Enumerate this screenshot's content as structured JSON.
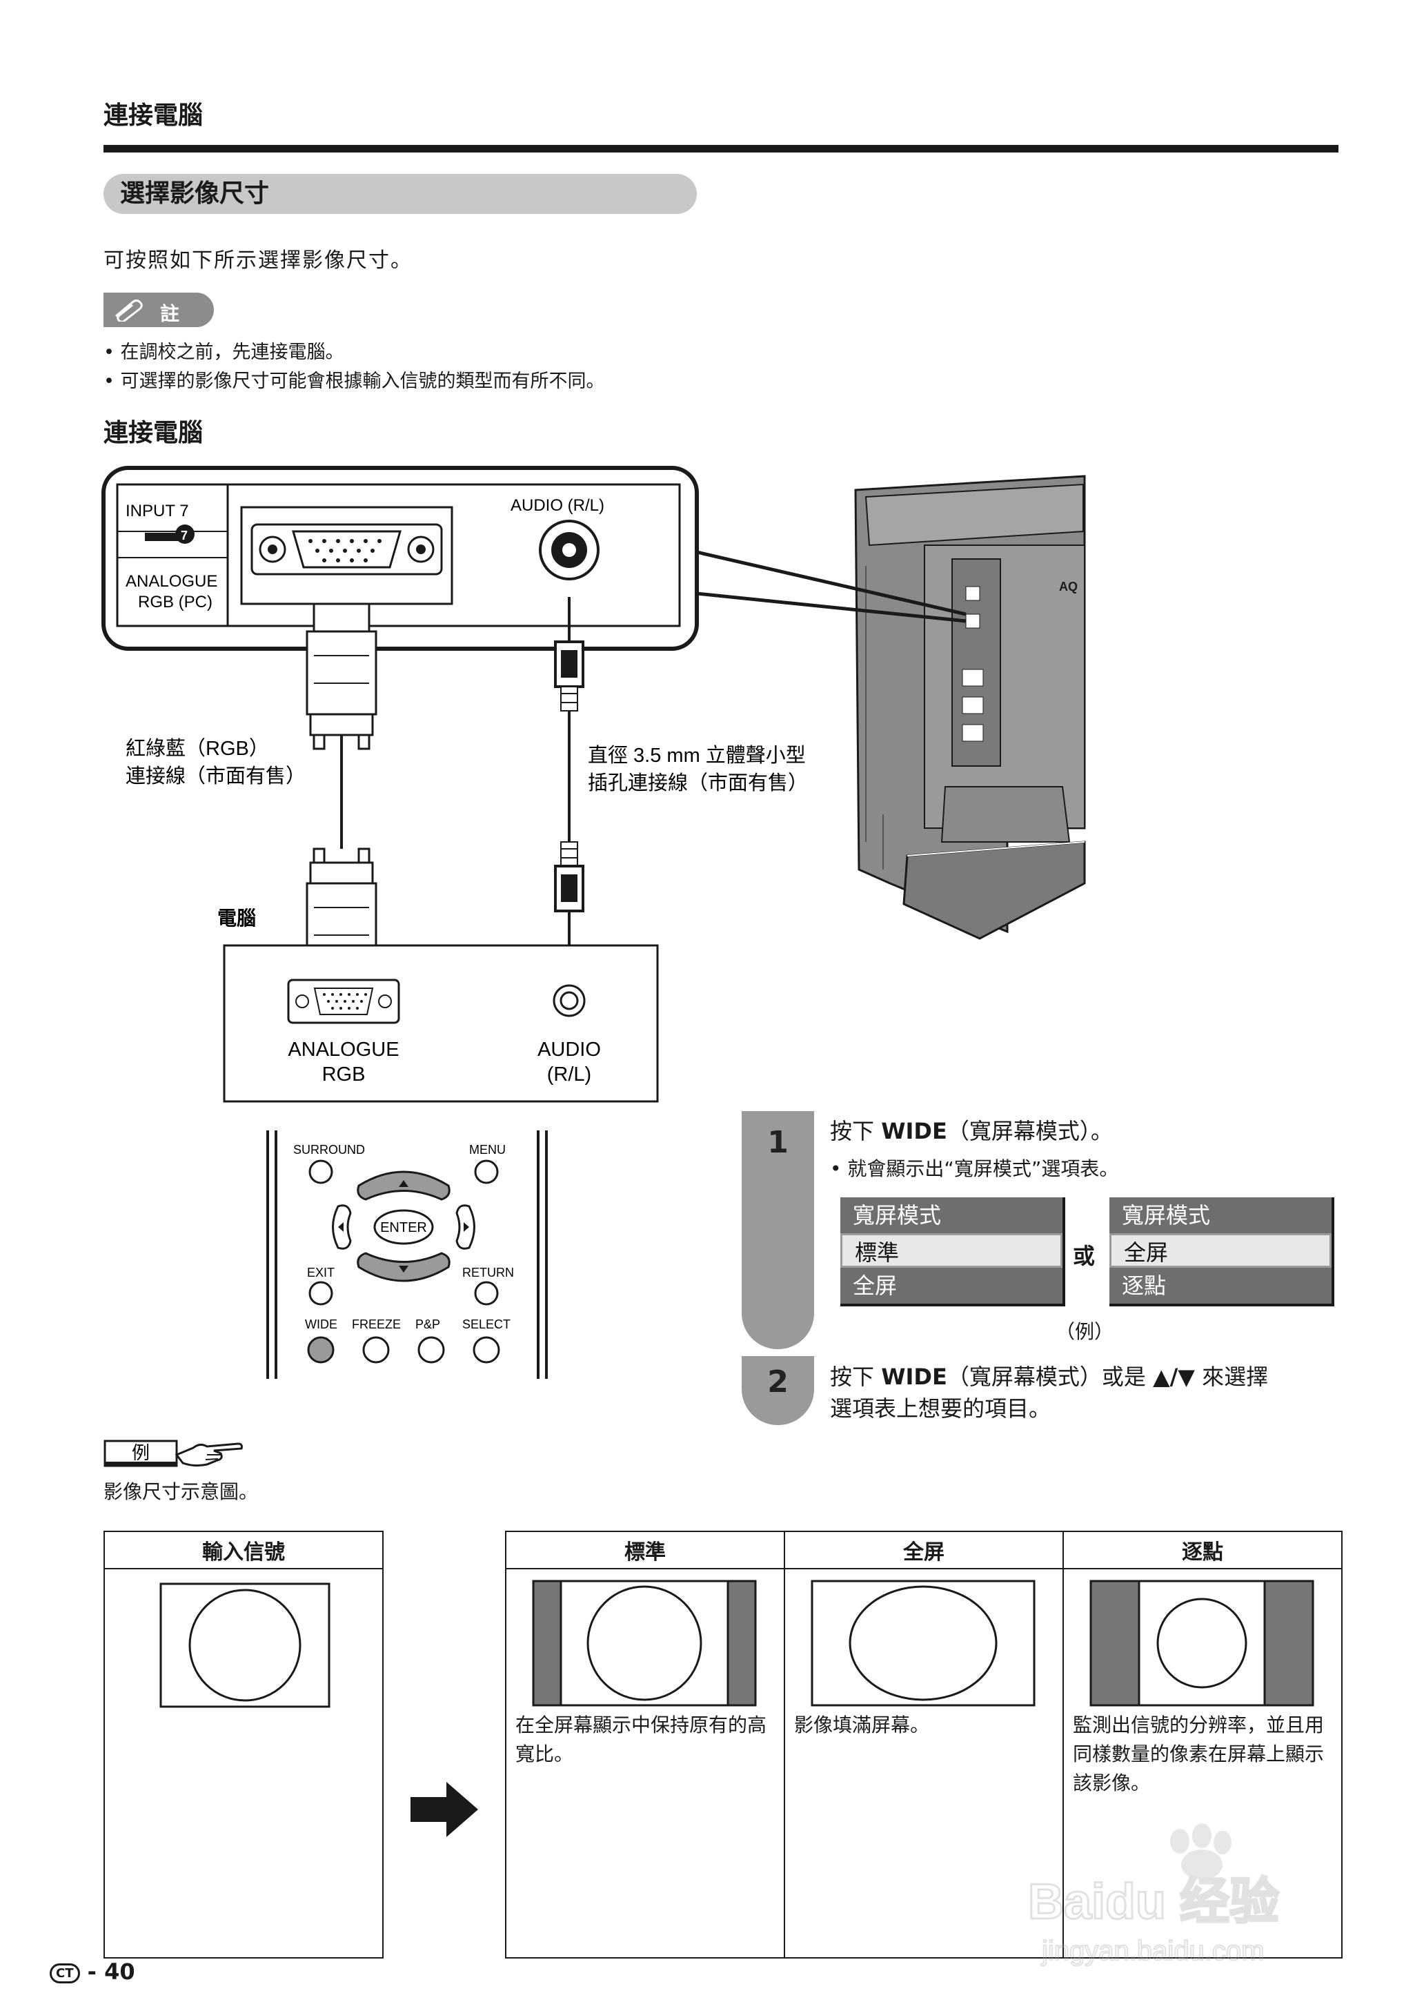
{
  "header": {
    "section_title": "連接電腦"
  },
  "subsection": {
    "title": "選擇影像尺寸",
    "intro": "可按照如下所示選擇影像尺寸。"
  },
  "note": {
    "label": "註",
    "items": [
      "在調校之前，先連接電腦。",
      "可選擇的影像尺寸可能會根據輸入信號的類型而有所不同。"
    ]
  },
  "connect": {
    "title": "連接電腦",
    "panel": {
      "input_label": "INPUT 7",
      "input_num": "7",
      "analogue_label": "ANALOGUE",
      "rgb_pc_label": "RGB (PC)",
      "audio_label": "AUDIO (R/L)"
    },
    "cable_rgb": [
      "紅綠藍（RGB）",
      "連接線（市面有售）"
    ],
    "cable_audio": [
      "直徑 3.5 mm 立體聲小型",
      "插孔連接線（市面有售）"
    ],
    "pc_label": "電腦",
    "pc_port_rgb": [
      "ANALOGUE",
      "RGB"
    ],
    "pc_port_audio": [
      "AUDIO",
      "(R/L)"
    ],
    "tv_brand": "AQ"
  },
  "remote": {
    "surround": "SURROUND",
    "menu": "MENU",
    "enter": "ENTER",
    "exit": "EXIT",
    "return": "RETURN",
    "wide": "WIDE",
    "freeze": "FREEZE",
    "pap": "P&P",
    "select": "SELECT"
  },
  "steps": {
    "step1": {
      "num": "1",
      "prefix": "按下 ",
      "key": "WIDE",
      "suffix": "（寬屏幕模式）。",
      "sub": "就會顯示出“寬屏模式”選項表。"
    },
    "menu1": {
      "title": "寬屏模式",
      "selected": "標準",
      "other": "全屏"
    },
    "menu2": {
      "title": "寬屏模式",
      "selected": "全屏",
      "other": "逐點"
    },
    "or": "或",
    "example": "（例）",
    "step2": {
      "num": "2",
      "prefix": "按下 ",
      "key": "WIDE",
      "middle": "（寬屏幕模式）或是 ",
      "arrows": "▲/▼",
      "suffix": " 來選擇",
      "line2": "選項表上想要的項目。"
    }
  },
  "example": {
    "tag": "例",
    "desc": "影像尺寸示意圖。"
  },
  "table_input": {
    "header": "輸入信號"
  },
  "table_modes": {
    "headers": [
      "標準",
      "全屏",
      "逐點"
    ],
    "descriptions": [
      "在全屏幕顯示中保持原有的高寬比。",
      "影像填滿屏幕。",
      "監測出信號的分辨率，並且用同樣數量的像素在屏幕上顯示該影像。"
    ]
  },
  "footer": {
    "badge": "CT",
    "page": "40"
  },
  "watermark": {
    "line1": "Baidu 经验",
    "line2": "jingyan.baidu.com"
  }
}
